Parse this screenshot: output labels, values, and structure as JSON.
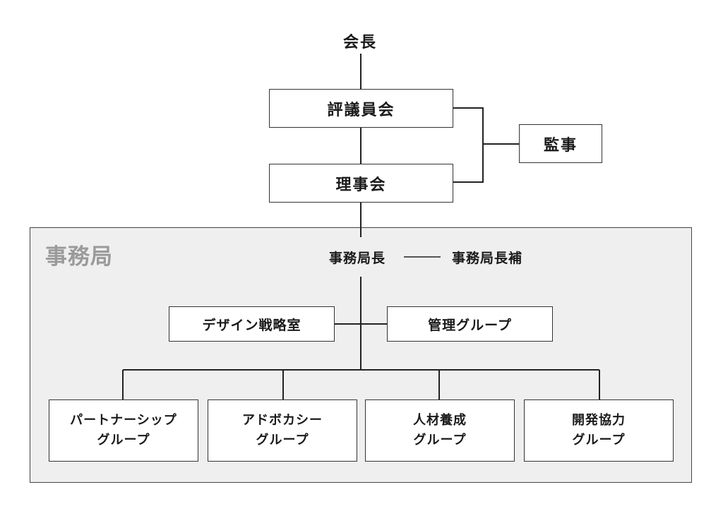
{
  "top": {
    "chairman": "会長",
    "council": "評議員会",
    "auditor": "監事",
    "board": "理事会"
  },
  "secretariat": {
    "title": "事務局",
    "director": "事務局長",
    "assistant": "事務局長補",
    "design": "デザイン戦略室",
    "management": "管理グループ",
    "groups": [
      {
        "line1": "パートナーシップ",
        "line2": "グループ"
      },
      {
        "line1": "アドボカシー",
        "line2": "グループ"
      },
      {
        "line1": "人材養成",
        "line2": "グループ"
      },
      {
        "line1": "開発協力",
        "line2": "グループ"
      }
    ]
  }
}
